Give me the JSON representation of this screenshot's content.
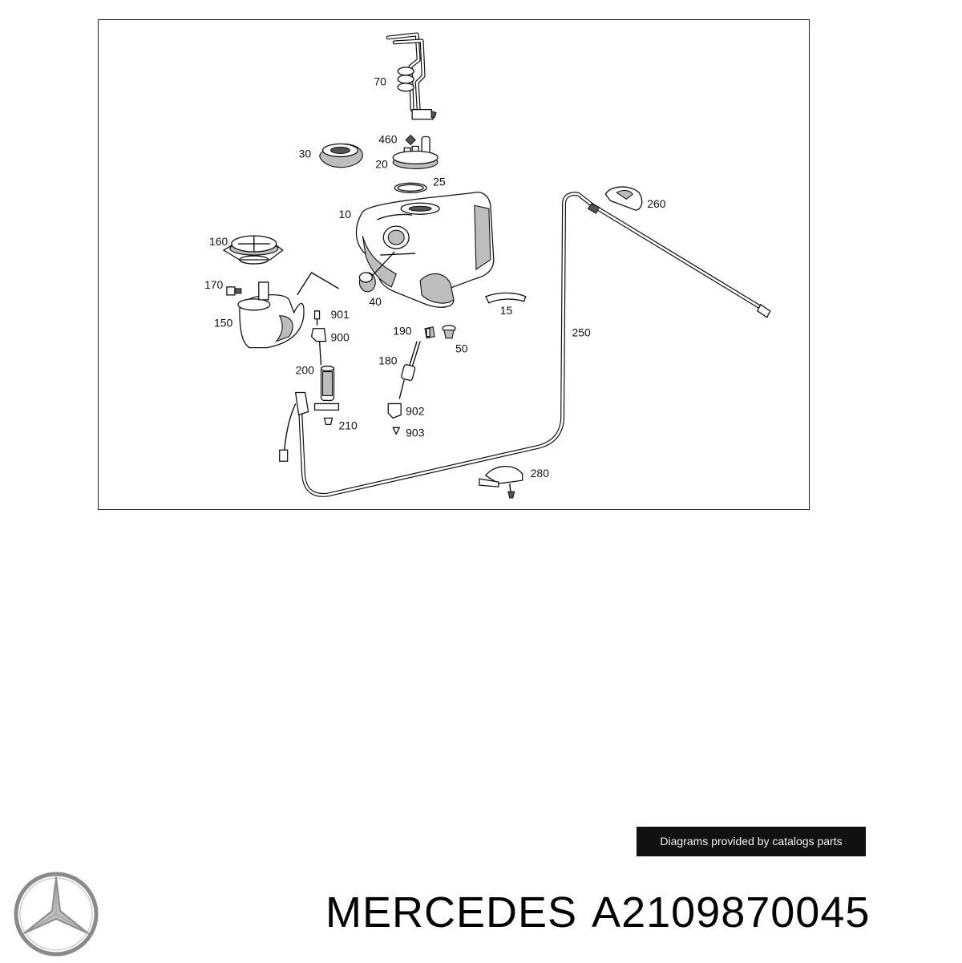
{
  "diagram": {
    "callouts": [
      "70",
      "460",
      "30",
      "20",
      "25",
      "10",
      "260",
      "160",
      "170",
      "150",
      "40",
      "901",
      "900",
      "15",
      "190",
      "50",
      "250",
      "180",
      "200",
      "902",
      "210",
      "903",
      "280"
    ]
  },
  "credit": {
    "text": "Diagrams provided by catalogs parts"
  },
  "logo": {
    "icon": "mercedes-star-icon",
    "color": "#8a8a8a"
  },
  "title": {
    "brand": "MERCEDES",
    "part_number": "A2109870045"
  }
}
